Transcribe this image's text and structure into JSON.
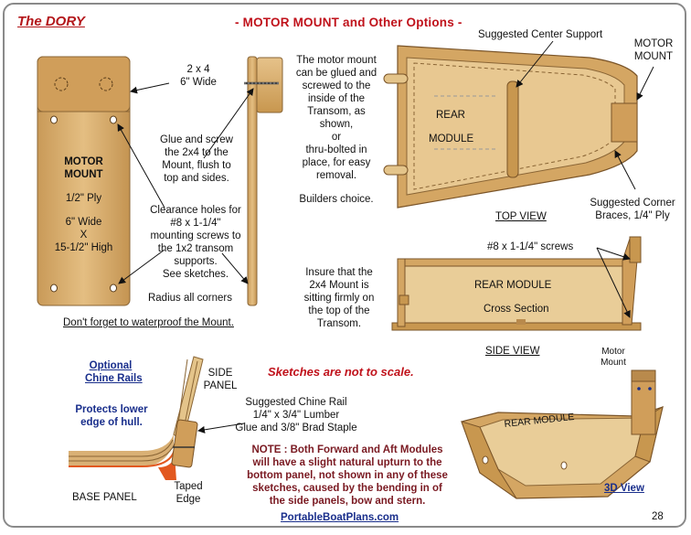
{
  "header": {
    "title": "The DORY",
    "subtitle": "- MOTOR MOUNT and Other Options -"
  },
  "mount_panel": {
    "label_lines": [
      "MOTOR",
      "MOUNT",
      "1/2\" Ply",
      "6\" Wide",
      "X",
      "15-1/2\" High"
    ],
    "twobyfour_lines": [
      "2 x 4",
      "6\" Wide"
    ],
    "glue_lines": [
      "Glue and screw",
      "the 2x4 to the",
      "Mount, flush to",
      "top and sides."
    ],
    "clearance_lines": [
      "Clearance holes for",
      "#8 x 1-1/4\"",
      "mounting screws to",
      "the 1x2 transom",
      "supports.",
      "See sketches."
    ],
    "radius": "Radius all corners",
    "waterproof": "Don't forget to waterproof the Mount."
  },
  "motor_mount_text": {
    "lines": [
      "The motor mount",
      "can be glued and",
      "screwed to the",
      "inside of the",
      "Transom, as",
      "shown,",
      "or",
      "thru-bolted in",
      "place, for easy",
      "removal."
    ],
    "builders": "Builders choice."
  },
  "top_view": {
    "center_support": "Suggested Center Support",
    "motor_mount_lines": [
      "MOTOR",
      "MOUNT"
    ],
    "rear": "REAR",
    "module": "MODULE",
    "corner_lines": [
      "Suggested Corner",
      "Braces, 1/4\" Ply"
    ],
    "caption": "TOP VIEW"
  },
  "side_view": {
    "screws": "#8 x 1-1/4\" screws",
    "rear_module": "REAR  MODULE",
    "cross_section": "Cross Section",
    "caption": "SIDE VIEW",
    "insure_lines": [
      "Insure that the",
      "2x4 Mount is",
      "sitting firmly on",
      "the top of the",
      "Transom."
    ]
  },
  "chine": {
    "optional_lines": [
      "Optional",
      "Chine Rails"
    ],
    "protects_lines": [
      "Protects lower",
      "edge of hull."
    ],
    "side_panel_lines": [
      "SIDE",
      "PANEL"
    ],
    "suggested_lines": [
      "Suggested Chine Rail",
      "1/4\" x 3/4\"  Lumber",
      "Glue and 3/8\" Brad Staple"
    ],
    "base_panel": "BASE PANEL",
    "taped_lines": [
      "Taped",
      "Edge"
    ]
  },
  "sketch_scale": "Sketches are not to scale.",
  "note_lines": [
    "NOTE : Both Forward and Aft Modules",
    "will have a slight natural upturn to the",
    "bottom panel, not shown in any of these",
    "sketches, caused by the bending in of",
    "the side panels, bow and stern."
  ],
  "three_d": {
    "motor_mount_lines": [
      "Motor",
      "Mount"
    ],
    "rear_module": "REAR MODULE",
    "caption": "3D  View"
  },
  "footer": {
    "website": "PortableBoatPlans.com",
    "page": "28"
  },
  "colors": {
    "title_red": "#c0121b",
    "wood": "#d7ad6c",
    "wood_dark": "#b98a4c",
    "link_blue": "#1a2f8c",
    "tape_orange": "#e2581f"
  }
}
